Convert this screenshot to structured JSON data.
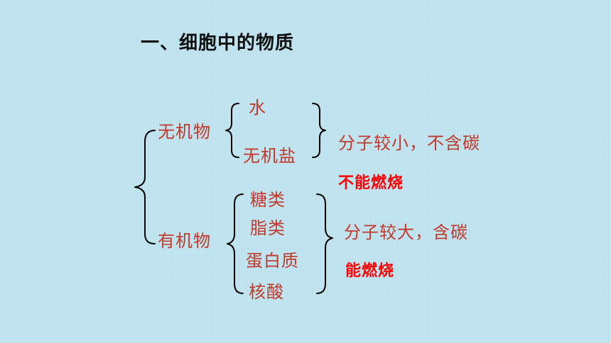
{
  "title": "一、细胞中的物质",
  "inorganic": {
    "label": "无机物",
    "items": [
      "水",
      "无机盐"
    ],
    "property": "分子较小，不含碳",
    "combustion": "不能燃烧"
  },
  "organic": {
    "label": "有机物",
    "items": [
      "糖类",
      "脂类",
      "蛋白质",
      "核酸"
    ],
    "property": "分子较大，含碳",
    "combustion": "能燃烧"
  },
  "colors": {
    "background": "#bfe3ef",
    "label_text": "#c0392b",
    "highlight_text": "#ff0000",
    "brace": "#000000"
  }
}
